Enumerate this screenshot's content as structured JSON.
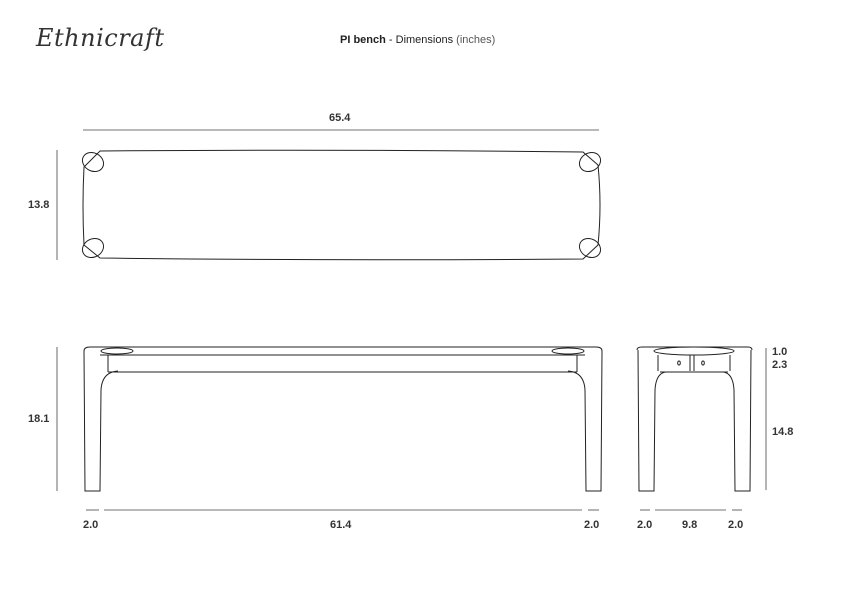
{
  "brand": "Ethnicraft",
  "header": {
    "product": "PI bench",
    "separator": " - ",
    "subtitle": "Dimensions ",
    "unit": "(inches)"
  },
  "top_view": {
    "length": "65.4",
    "depth": "13.8"
  },
  "front_view": {
    "height": "18.1",
    "leg_left": "2.0",
    "between_legs": "61.4",
    "leg_right": "2.0"
  },
  "side_view": {
    "top_thickness": "1.0",
    "apron_height": "2.3",
    "leg_clearance": "14.8",
    "leg_left": "2.0",
    "between_legs": "9.8",
    "leg_right": "2.0"
  }
}
